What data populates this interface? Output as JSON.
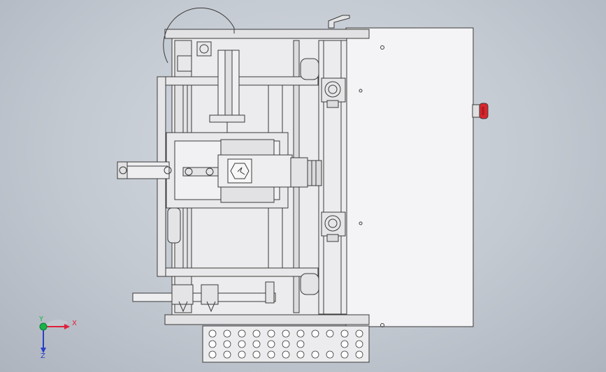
{
  "triad": {
    "x_label": "X",
    "y_label": "Y",
    "z_label": "Z",
    "x_color": "#e0203a",
    "y_color": "#19b34a",
    "z_color": "#2a3fc8"
  },
  "model": {
    "panel_color": "#f4f4f6",
    "frame_color": "#e6e6e6",
    "line_color": "#3a3a3a",
    "button_color": "#d8262c"
  }
}
